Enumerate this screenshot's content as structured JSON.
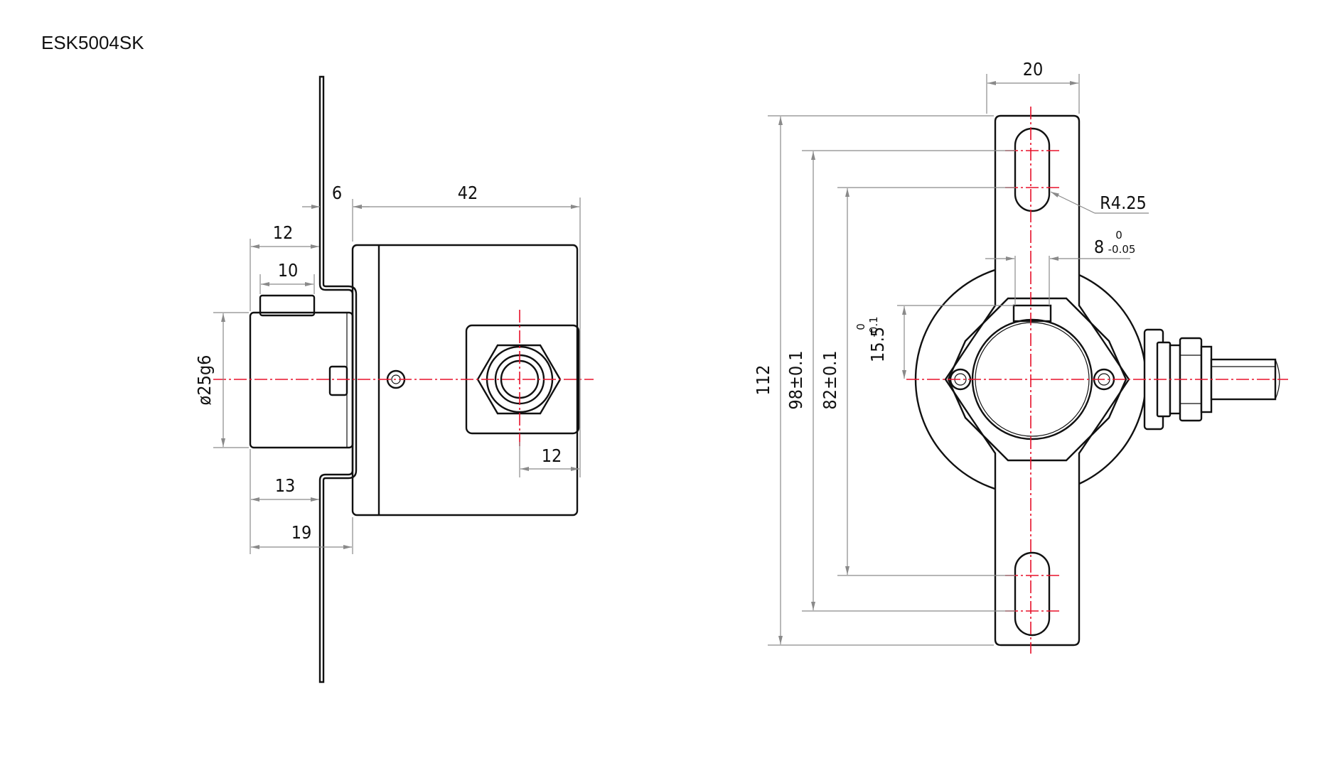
{
  "title": "ESK5004SK",
  "side_view": {
    "dims": {
      "d6": "6",
      "d42": "42",
      "d12_top": "12",
      "d10": "10",
      "diameter": "ø25g6",
      "d13": "13",
      "d19": "19",
      "d12_right": "12"
    }
  },
  "front_view": {
    "dims": {
      "d20": "20",
      "radius": "R4.25",
      "slot_width": "8",
      "slot_tol_upper": "0",
      "slot_tol_lower": "-0.05",
      "bore": "15.5",
      "bore_tol_upper": "0",
      "bore_tol_lower": "-0.1",
      "overall_height": "112",
      "slot_outer": "98±0.1",
      "slot_inner": "82±0.1"
    }
  },
  "colors": {
    "outline": "#111111",
    "dimension": "#8a8a8a",
    "centerline": "#e8102a"
  }
}
